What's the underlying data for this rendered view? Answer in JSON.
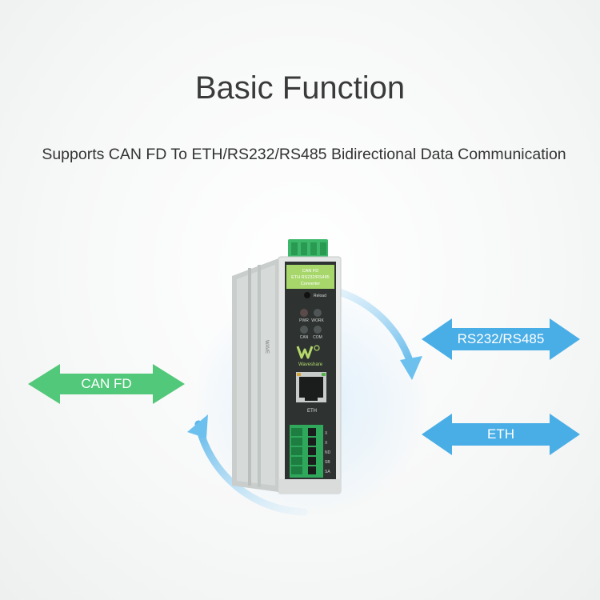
{
  "heading": "Basic Function",
  "subheading": "Supports CAN FD To ETH/RS232/RS485 Bidirectional Data Communication",
  "arrows": {
    "can_fd": "CAN FD",
    "serial": "RS232/RS485",
    "eth": "ETH"
  },
  "colors": {
    "green_arrow": "#52c87a",
    "blue_arrow": "#4aaee6",
    "cycle_arrow": "#5db7ea",
    "device_face": "#2e3331",
    "device_label_bg": "#a7d76a",
    "terminal_green": "#2fa85c"
  },
  "device": {
    "label_line1": "CAN FD",
    "label_line2": "ETH RS232/RS485",
    "label_line3": "Converter",
    "reload": "Reload",
    "led_pwr": "PWR",
    "led_work": "WORK",
    "led_can": "CAN",
    "led_com": "COM",
    "brand": "Waveshare",
    "port_eth": "ETH",
    "term_1": "X",
    "term_2": "X",
    "term_3": "ND",
    "term_4": "SB",
    "term_5": "SA"
  }
}
